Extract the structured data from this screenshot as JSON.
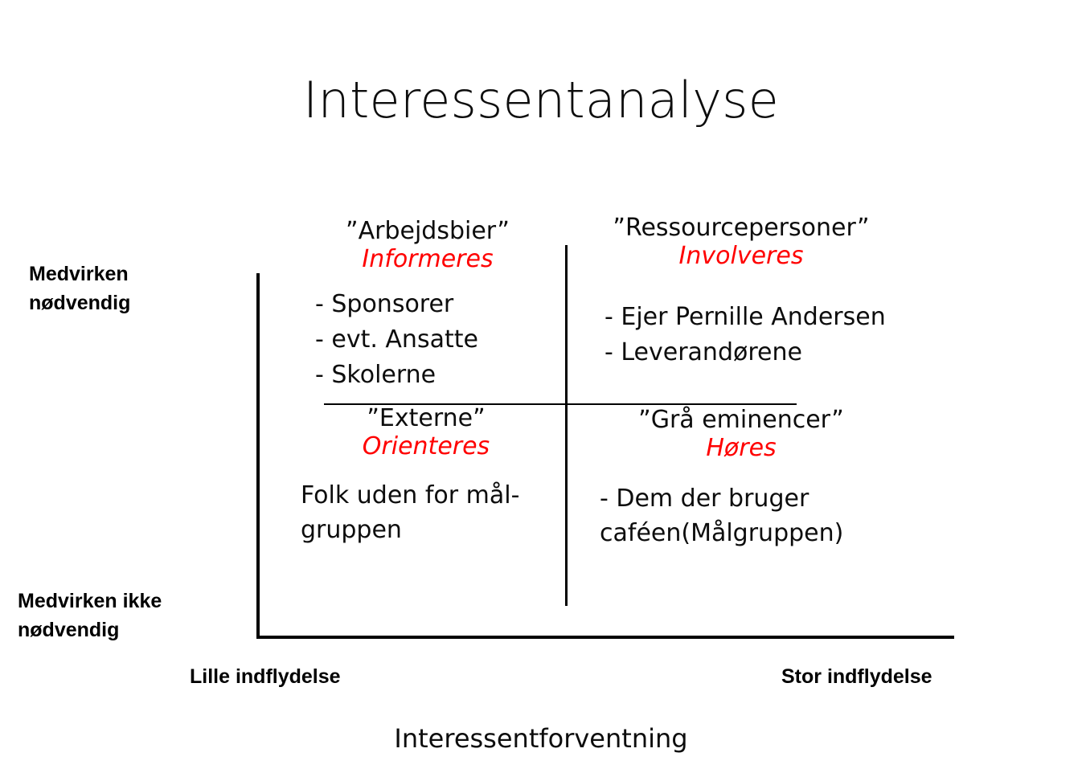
{
  "slide": {
    "title": "Interessentanalyse",
    "accent_red": "#ff0000",
    "text_color": "#0d0d0d"
  },
  "axes": {
    "y_top_label": "Medvirken nødvendig",
    "y_top_line1": "Medvirken",
    "y_top_line2": "nødvendig",
    "y_bottom_label": "Medvirken ikke nødvendig",
    "y_bottom_line1": "Medvirken ikke",
    "y_bottom_line2": "nødvendig",
    "x_left_label": "Lille indflydelse",
    "x_right_label": "Stor indflydelse",
    "x_caption": "Interessentforventning"
  },
  "quadrants": {
    "top_left": {
      "heading": "”Arbejdsbier”",
      "action": "Informeres",
      "items": [
        "- Sponsorer",
        "- evt. Ansatte",
        "- Skolerne"
      ]
    },
    "top_right": {
      "heading": "”Ressourcepersoner”",
      "action": "Involveres",
      "items": [
        "- Ejer Pernille Andersen",
        "- Leverandørene"
      ]
    },
    "bottom_left": {
      "heading": "”Externe”",
      "action": "Orienteres",
      "items": [
        "Folk uden for mål-gruppen"
      ]
    },
    "bottom_right": {
      "heading": "”Grå eminencer”",
      "action": "Høres",
      "items": [
        "- Dem der bruger caféen(Målgruppen)"
      ]
    }
  }
}
